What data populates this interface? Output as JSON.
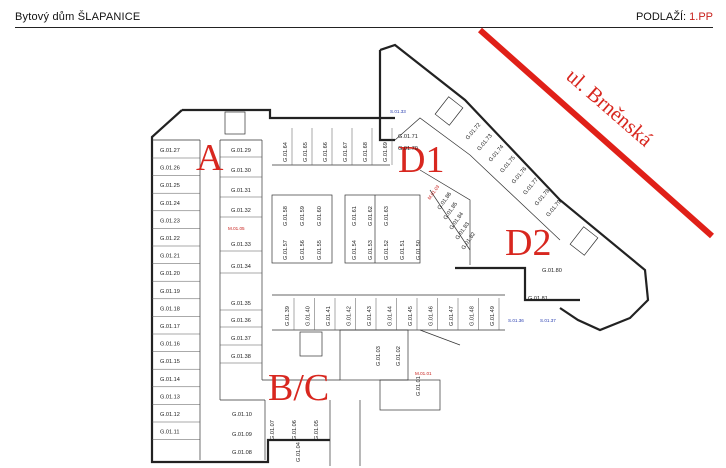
{
  "header": {
    "title": "Bytový dům ŠLAPANICE",
    "floor_label": "PODLAŽÍ:",
    "floor_value": "1.PP"
  },
  "zones": [
    "A",
    "D1",
    "B/C",
    "D2"
  ],
  "street": "ul. Brněnská",
  "colors": {
    "accent": "#d8271f",
    "line": "#222222",
    "blue_label": "#2a3fb0"
  },
  "spaces": {
    "left_column": [
      "G.01.27",
      "G.01.26",
      "G.01.25",
      "G.01.24",
      "G.01.23",
      "G.01.22",
      "G.01.21",
      "G.01.20",
      "G.01.19",
      "G.01.18",
      "G.01.17",
      "G.01.16",
      "G.01.15",
      "G.01.14",
      "G.01.13",
      "G.01.12",
      "G.01.11"
    ],
    "left_inner": [
      "G.01.29",
      "G.01.30",
      "G.01.31",
      "G.01.32",
      "G.01.33",
      "G.01.34",
      "G.01.35",
      "G.01.36",
      "G.01.37",
      "G.01.38"
    ],
    "bottom_left": [
      "G.01.10",
      "G.01.09",
      "G.01.08",
      "G.01.07",
      "G.01.06",
      "G.01.05",
      "G.01.04"
    ],
    "top_row": [
      "G.01.64",
      "G.01.65",
      "G.01.66",
      "G.01.67",
      "G.01.68",
      "G.01.69"
    ],
    "mid_top": [
      "G.01.58",
      "G.01.59",
      "G.01.60"
    ],
    "mid_bottom": [
      "G.01.57",
      "G.01.56",
      "G.01.55"
    ],
    "center_top": [
      "G.01.61",
      "G.01.62",
      "G.01.63"
    ],
    "center_bottom": [
      "G.01.54",
      "G.01.53",
      "G.01.52",
      "G.01.51",
      "G.01.50"
    ],
    "lower_row": [
      "G.01.39",
      "G.01.40",
      "G.01.41",
      "G.01.42",
      "G.01.43",
      "G.01.44",
      "G.01.45",
      "G.01.46",
      "G.01.47",
      "G.01.48",
      "G.01.49"
    ],
    "d1_column": [
      "G.01.71",
      "G.01.70"
    ],
    "d2_diagonal": [
      "G.01.72",
      "G.01.73",
      "G.01.74",
      "G.01.75",
      "G.01.76",
      "G.01.77",
      "G.01.78",
      "G.01.79"
    ],
    "d_inner": [
      "G.01.86",
      "G.01.85",
      "G.01.84",
      "G.01.83",
      "G.01.82"
    ],
    "d2_lower": [
      "G.01.80",
      "G.01.81"
    ],
    "bc_spaces": [
      "G.01.03",
      "G.01.02",
      "G.01.01"
    ],
    "blue_tags": [
      "S.01.33",
      "S.01.36",
      "S.01.37"
    ],
    "red_tags": [
      "M.01.05",
      "M.01.01",
      "M.01.03"
    ]
  }
}
